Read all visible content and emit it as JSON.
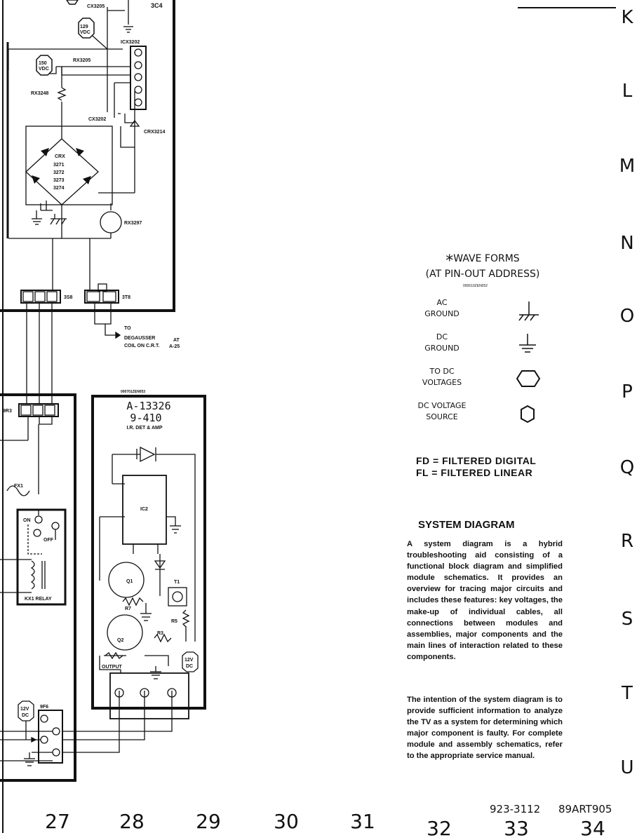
{
  "rows": [
    "K",
    "L",
    "M",
    "N",
    "O",
    "P",
    "Q",
    "R",
    "S",
    "T",
    "U"
  ],
  "columns": [
    "27",
    "28",
    "29",
    "30",
    "31",
    "32",
    "33",
    "34"
  ],
  "schematic": {
    "labels": {
      "cx3205": "CX3205",
      "conn_3c4": "3C4",
      "v129": [
        "129",
        "VDC"
      ],
      "v150": [
        "150",
        "VDC"
      ],
      "icx3202": "ICX3202",
      "rx3205": "RX3205",
      "rx3248": "RX3248",
      "cx3202": "CX3202",
      "crx3214": "CRX3214",
      "crx_bridge": [
        "CRX",
        "3271",
        "3272",
        "3273",
        "3274"
      ],
      "rx3297": "RX3297",
      "conn_3s8": "3S8",
      "conn_3t8": "3T8",
      "degauss": [
        "TO",
        "DEGAUSSER",
        "COIL ON C.R.T."
      ],
      "degauss_at": [
        "AT",
        "A-25"
      ],
      "conn_9r3": "9R3",
      "fx1": "FX1",
      "relay_on": "ON",
      "relay_off": "OFF",
      "relay_name": "KX1 RELAY",
      "v12_left": [
        "12V",
        "DC"
      ],
      "conn_9f6": "9F6",
      "module_code": "000701ZEN053",
      "module_title": "A-13326",
      "module_num": "9-410",
      "module_desc": "I.R. DET & AMP",
      "ic2": "IC2",
      "q1": "Q1",
      "q2": "Q2",
      "r7": "R7",
      "r5": "R5",
      "r3": "R3",
      "t1": "T1",
      "output": "OUTPUT",
      "v12_module": [
        "12V",
        "DC"
      ]
    }
  },
  "legend": {
    "title_line1": "WAVE FORMS",
    "title_line2": "(AT PIN-OUT ADDRESS)",
    "code": "000610ZEN052",
    "items": [
      {
        "label": [
          "AC",
          "GROUND"
        ],
        "icon": "ac-ground-icon"
      },
      {
        "label": [
          "DC",
          "GROUND"
        ],
        "icon": "dc-ground-icon"
      },
      {
        "label": [
          "TO DC",
          "VOLTAGES"
        ],
        "icon": "elongated-hexagon-icon"
      },
      {
        "label": [
          "DC VOLTAGE",
          "SOURCE"
        ],
        "icon": "hexagon-icon"
      }
    ],
    "abbreviations": [
      "FD = FILTERED DIGITAL",
      "FL = FILTERED LINEAR"
    ]
  },
  "system_diagram": {
    "heading": "SYSTEM DIAGRAM",
    "paragraph1": "A system diagram is a hybrid troubleshooting aid consisting of a functional block diagram and simplified module schematics. It provides an overview for tracing major circuits and includes these features: key voltages, the make-up of individual cables, all connections between modules and assemblies, major components and the main lines of interaction related to these components.",
    "paragraph2": "The intention of the system diagram is to provide sufficient information to analyze the TV as a system for determining which major component is faulty. For complete module and assembly schematics, refer to the appropriate service manual."
  },
  "footer": {
    "part_number": "923-3112",
    "art_code": "89ART905"
  }
}
